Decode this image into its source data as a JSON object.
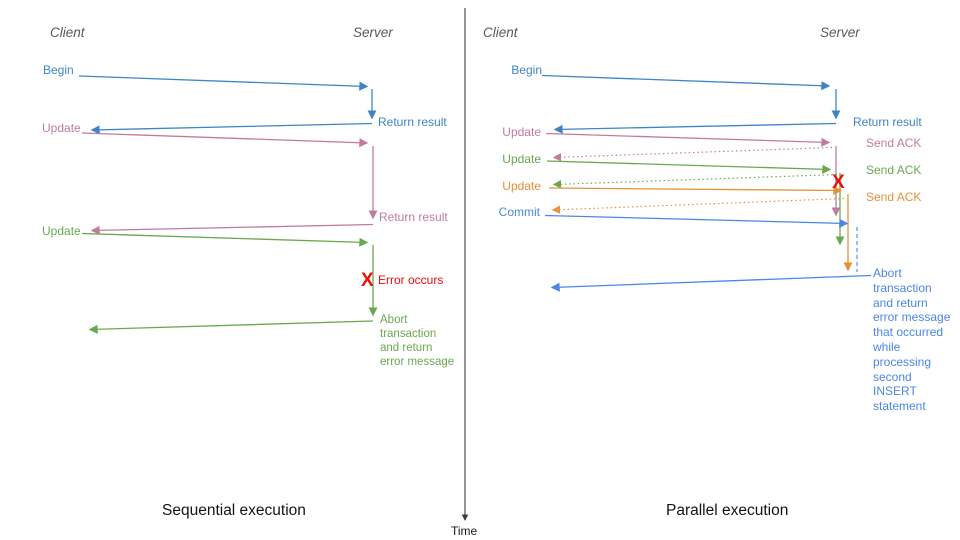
{
  "diagram": {
    "time_axis_label": "Time",
    "colors": {
      "blue": "#3d85c6",
      "pink": "#c27ba0",
      "green": "#6aa84f",
      "orange": "#e69138",
      "commit_blue": "#4a86e8",
      "error_red": "#e8110b",
      "header_gray": "#595959"
    },
    "sequential": {
      "title": "Sequential execution",
      "client_header": "Client",
      "server_header": "Server",
      "messages": {
        "begin": "Begin",
        "return_result_1": "Return result",
        "update_1": "Update",
        "return_result_2": "Return result",
        "update_2": "Update",
        "error_marker": "X",
        "error_label": "Error occurs",
        "abort_note": "Abort\ntransaction\nand return\nerror message"
      }
    },
    "parallel": {
      "title": "Parallel execution",
      "client_header": "Client",
      "server_header": "Server",
      "messages": {
        "begin": "Begin",
        "return_result": "Return result",
        "update_1": "Update",
        "send_ack_1": "Send ACK",
        "update_2": "Update",
        "send_ack_2": "Send ACK",
        "update_3": "Update",
        "send_ack_3": "Send ACK",
        "commit": "Commit",
        "error_marker": "X",
        "abort_note": "Abort\ntransaction\nand return\nerror message\nthat occurred\nwhile\nprocessing\nsecond\nINSERT\nstatement"
      }
    }
  }
}
